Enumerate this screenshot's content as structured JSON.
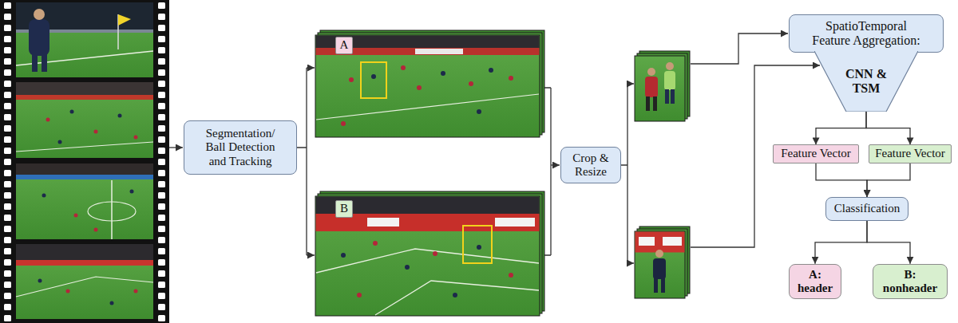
{
  "diagram": {
    "nodes": [
      {
        "text": [
          "Segmentation/ Ball Detection and Tracking"
        ]
      },
      {
        "text": [
          "A"
        ]
      },
      {
        "text": [
          "B"
        ]
      },
      {
        "text": [
          "Crop & Resize"
        ]
      },
      {
        "text": [
          "SpatioTemporal Feature Aggregation:"
        ]
      },
      {
        "text": [
          "CNN & TSM"
        ]
      },
      {
        "text": [
          "Feature Vector"
        ]
      },
      {
        "text": [
          "Feature Vector"
        ]
      },
      {
        "text": [
          "Classification"
        ]
      },
      {
        "text": [
          "A: header"
        ]
      },
      {
        "text": [
          "B: nonheader"
        ]
      }
    ],
    "edges": [
      {
        "from": 5,
        "to": 6,
        "arrow": "to"
      },
      {
        "from": 5,
        "to": 7,
        "arrow": "to"
      },
      {
        "from": 6,
        "to": 8,
        "arrow": "to"
      },
      {
        "from": 7,
        "to": 8,
        "arrow": "to"
      },
      {
        "from": 8,
        "to": 9,
        "arrow": "to"
      },
      {
        "from": 8,
        "to": 10,
        "arrow": "to"
      }
    ]
  }
}
